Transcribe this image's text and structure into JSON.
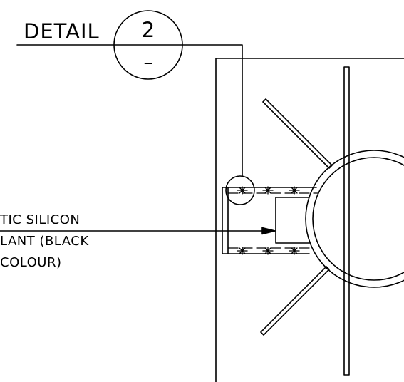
{
  "detail_tag": {
    "title": "DETAIL",
    "number": "2",
    "sheet": "–"
  },
  "note": {
    "lines": [
      "TIC  SILICON",
      "LANT  (BLACK",
      "COLOUR)"
    ]
  }
}
